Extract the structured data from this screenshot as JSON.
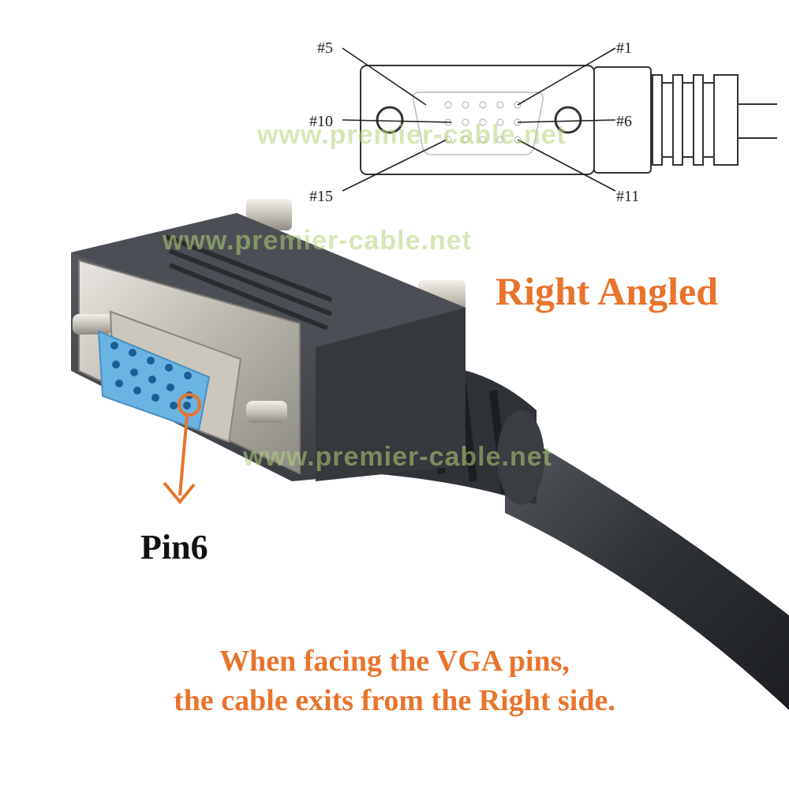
{
  "diagram": {
    "pin_labels": {
      "p5": "#5",
      "p1": "#1",
      "p10": "#10",
      "p6": "#6",
      "p15": "#15",
      "p11": "#11"
    }
  },
  "labels": {
    "right_angled": "Right Angled",
    "pin6": "Pin6",
    "caption_line1": "When facing the VGA pins,",
    "caption_line2": "the cable exits from the Right side."
  },
  "watermarks": [
    "www.premier-cable.net",
    "www.premier-cable.net",
    "www.premier-cable.net"
  ],
  "colors": {
    "accent_orange": "#e8742c",
    "connector_blue": "#6ab4e4",
    "housing_dark": "#3a3d42"
  }
}
